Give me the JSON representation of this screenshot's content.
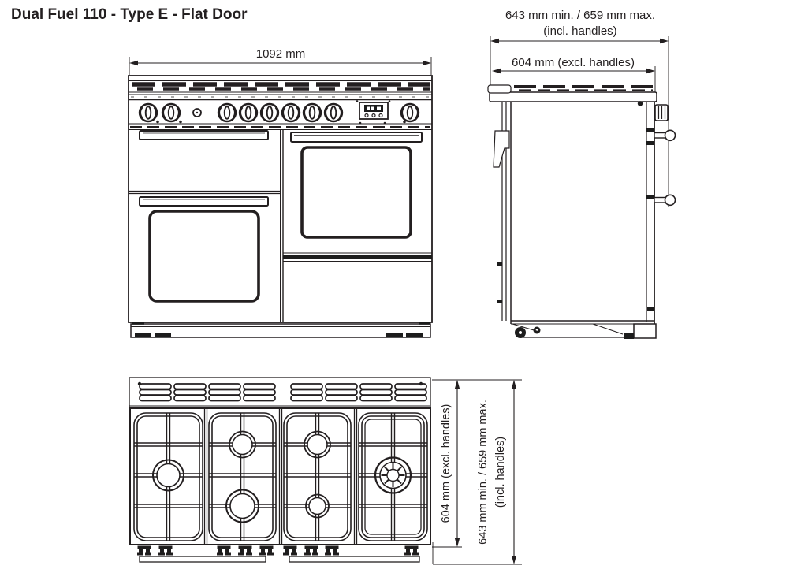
{
  "title": "Dual Fuel 110 - Type E - Flat Door",
  "colors": {
    "line_color": "#231f20",
    "background": "#ffffff"
  },
  "front_view": {
    "width_dimension": "1092 mm"
  },
  "side_view": {
    "depth_incl_handles": "643 mm min. / 659 mm max.",
    "depth_incl_handles_note": "(incl. handles)",
    "depth_excl_handles": "604 mm (excl. handles)"
  },
  "top_view": {
    "depth_excl_handles": "604 mm (excl. handles)",
    "depth_incl_handles": "643 mm min. / 659 mm max.",
    "depth_incl_handles_note": "(incl. handles)"
  }
}
